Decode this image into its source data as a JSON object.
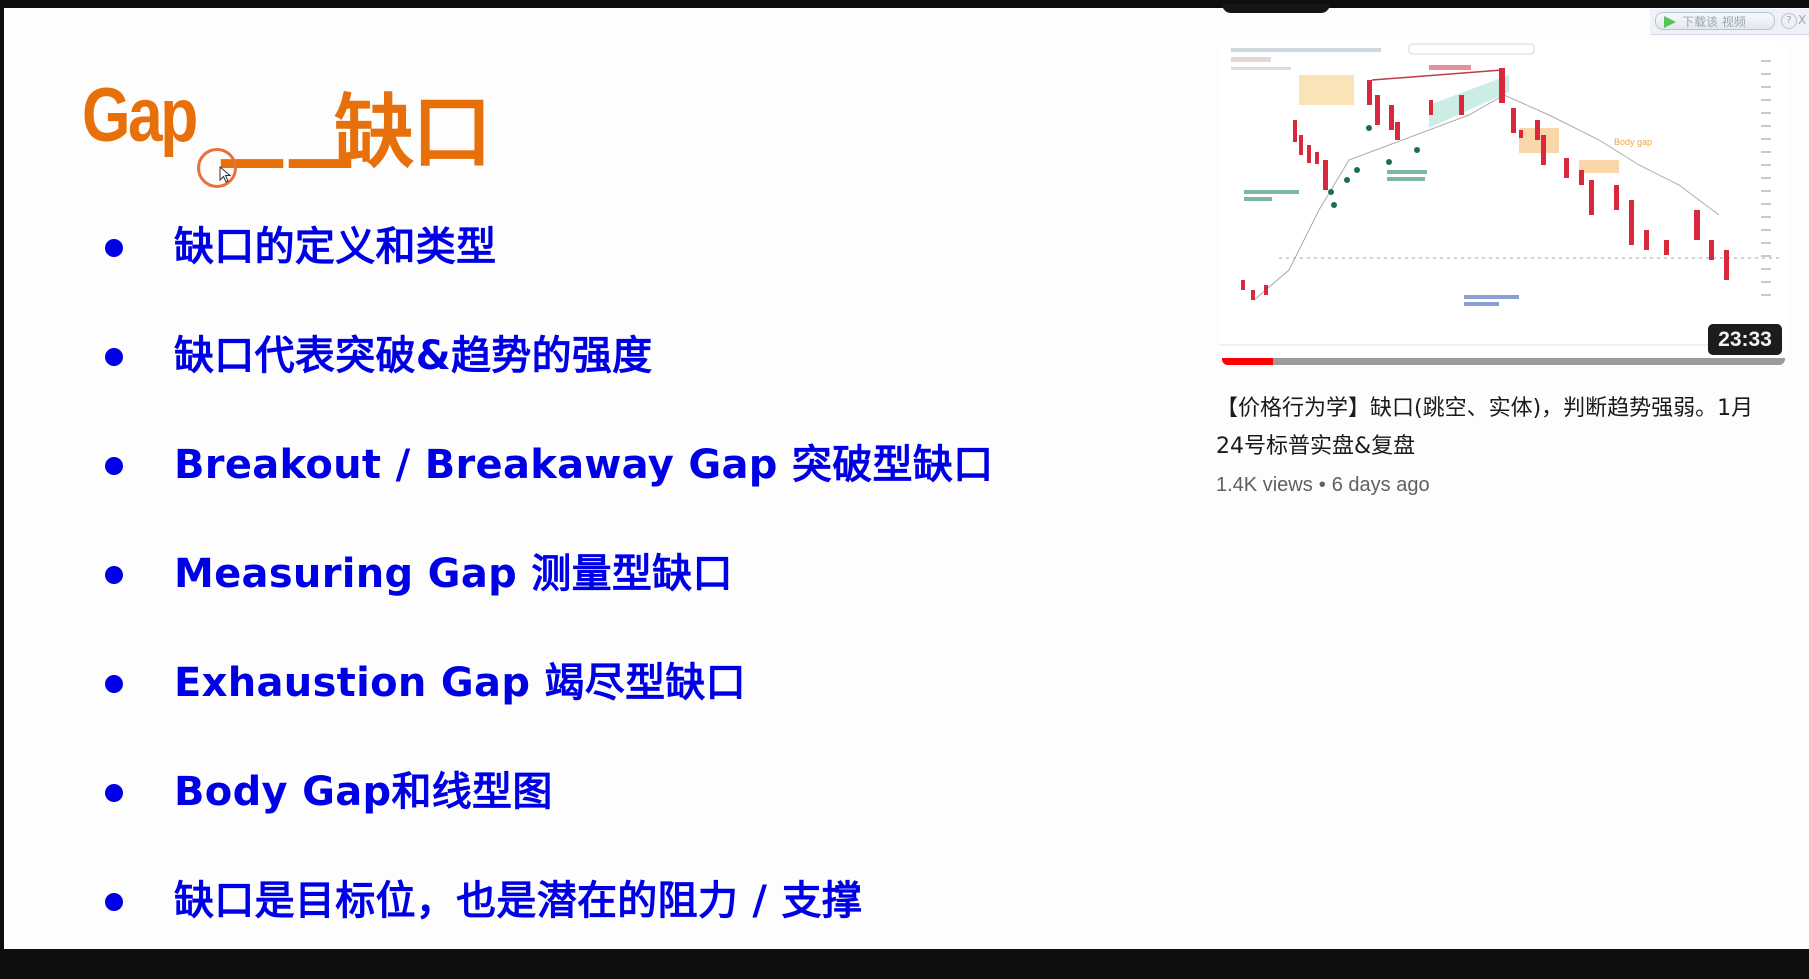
{
  "slide": {
    "title_latin": "Gap",
    "title_dash": "——",
    "title_zh": "缺口",
    "title_color": "#E8700A",
    "bullet_color": "#0000E6",
    "bullets": [
      {
        "label": "缺口的定义和类型"
      },
      {
        "label": "缺口代表突破&趋势的强度"
      },
      {
        "label": "Breakout / Breakaway Gap 突破型缺口"
      },
      {
        "label": "Measuring Gap 测量型缺口"
      },
      {
        "label": "Exhaustion Gap 竭尽型缺口"
      },
      {
        "label": "Body Gap和线型图"
      },
      {
        "label": "缺口是目标位，也是潜在的阻力 / 支撑"
      }
    ]
  },
  "download_toolbar": {
    "download_label": "下载该 视频",
    "help_label": "?",
    "close_label": "X"
  },
  "video_card": {
    "thumbnail_annotation": "Body gap",
    "duration": "23:33",
    "progress_color": "#FF0000",
    "title": "【价格行为学】缺口(跳空、实体)，判断趋势强弱。1月24号标普实盘&复盘",
    "views": "1.4K views",
    "separator": "•",
    "age": "6 days ago"
  }
}
